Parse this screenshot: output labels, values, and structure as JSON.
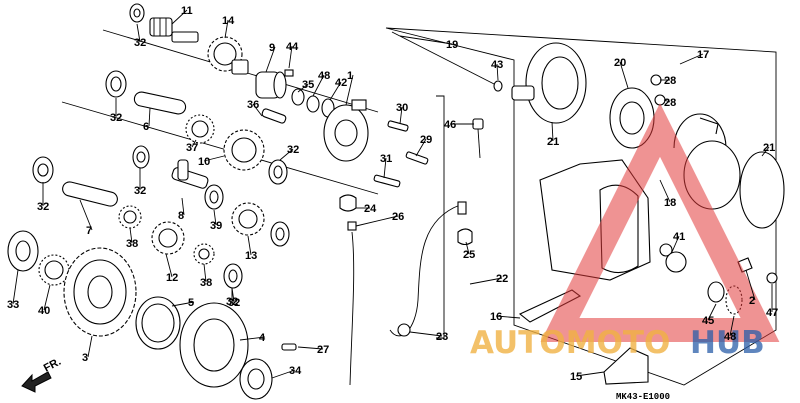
{
  "diagram": {
    "code": "MK43-E1000",
    "front_label": "FR.",
    "callouts": [
      "32",
      "11",
      "14",
      "9",
      "44",
      "48",
      "42",
      "1",
      "35",
      "36",
      "32",
      "6",
      "37",
      "10",
      "32",
      "32",
      "8",
      "32",
      "7",
      "39",
      "13",
      "38",
      "12",
      "38",
      "32",
      "33",
      "40",
      "32",
      "3",
      "5",
      "4",
      "34",
      "27",
      "30",
      "29",
      "31",
      "46",
      "24",
      "26",
      "25",
      "22",
      "23",
      "19",
      "43",
      "17",
      "20",
      "28",
      "28",
      "21",
      "21",
      "18",
      "41",
      "16",
      "45",
      "48",
      "2",
      "47",
      "15"
    ]
  },
  "watermark": {
    "part_a": "AUTOMOTO",
    "part_b": "HUB"
  },
  "colors": {
    "line": "#000000",
    "watermark_orange": "#f0b244",
    "watermark_blue": "#2a5ea8",
    "watermark_red": "#e23b3b"
  }
}
